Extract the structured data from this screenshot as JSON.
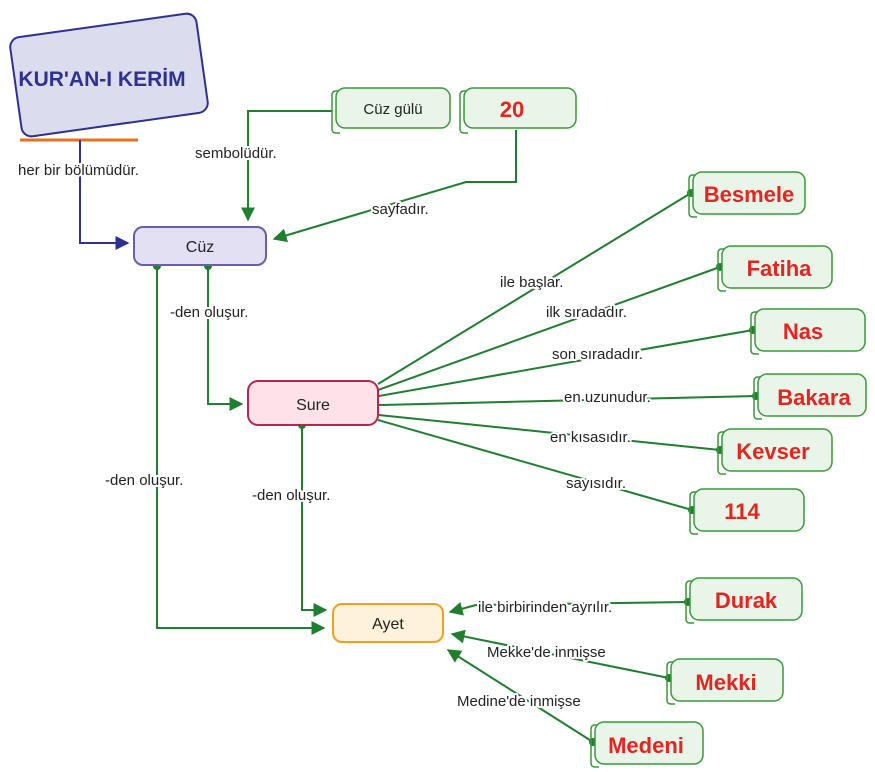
{
  "title": "KUR'AN-I KERİM",
  "nodes": {
    "cuz": "Cüz",
    "sure": "Sure",
    "ayet": "Ayet",
    "cuz_gulu": "Cüz gülü",
    "twenty": "20",
    "besmele": "Besmele",
    "fatiha": "Fatiha",
    "nas": "Nas",
    "bakara": "Bakara",
    "kevser": "Kevser",
    "n114": "114",
    "durak": "Durak",
    "mekki": "Mekki",
    "medeni": "Medeni"
  },
  "edges": {
    "her_bir": "her bir bölümüdür.",
    "sembol": "sembolüdür.",
    "sayfadir": "sayfadır.",
    "den_olusur_1": "-den oluşur.",
    "den_olusur_2": "-den oluşur.",
    "den_olusur_3": "-den oluşur.",
    "ile_baslar": "ile başlar.",
    "ilk_sirada": "ilk sıradadır.",
    "son_sirada": "son sıradadır.",
    "en_uzun": "en uzunudur.",
    "en_kisa": "en kısasıdır.",
    "sayisidir": "sayısıdır.",
    "ayrilir": "ile birbirinden ayrılır.",
    "mekke": "Mekke'de inmişse",
    "medine": "Medine'de inmişse"
  },
  "colors": {
    "title_box": "#dcdcef",
    "title_text": "#2e3192",
    "title_border": "#2e3192",
    "cuz_fill": "#e4e0f4",
    "cuz_border": "#6a5fa8",
    "sure_fill": "#fde3e9",
    "sure_border": "#b8264f",
    "ayet_fill": "#fff2dc",
    "ayet_border": "#f29f1f",
    "leaf_fill": "#e8f5e8",
    "leaf_border": "#3a9a3a",
    "line": "#1f7f2f",
    "red_text": "#e52521",
    "orange_line": "#e8711f"
  }
}
